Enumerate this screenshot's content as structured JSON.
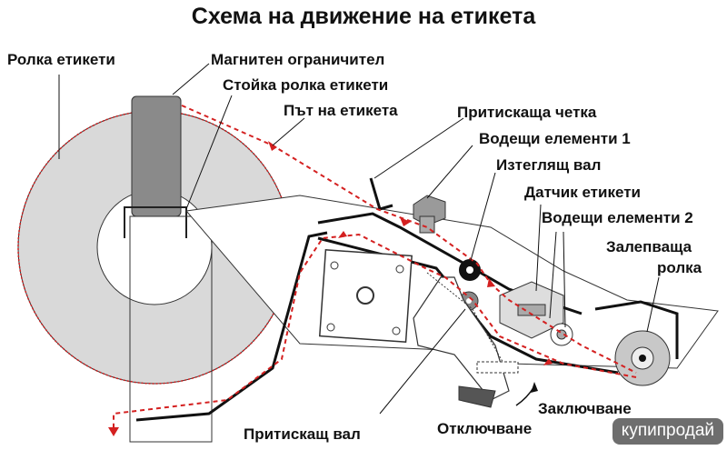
{
  "title": "Схема на движение на етикета",
  "labels": {
    "roll": "Ролка етикети",
    "magnetic_limiter": "Магнитен ограничител",
    "roll_stand": "Стойка ролка етикети",
    "label_path": "Път на етикета",
    "pressing_brush": "Притискаща четка",
    "guides_1": "Водещи елементи 1",
    "pull_shaft": "Изтеглящ вал",
    "label_sensor": "Датчик етикети",
    "guides_2": "Водещи елементи 2",
    "applicator_line1": "Залепваща",
    "applicator_line2": "ролка",
    "pressing_shaft": "Притискащ вал",
    "locking": "Заключване",
    "unlocking": "Отключване"
  },
  "watermark": "купипродай",
  "colors": {
    "path": "#d42020",
    "roll": "#d9d9d9",
    "stand": "#8a8a8a",
    "line": "#111111"
  }
}
